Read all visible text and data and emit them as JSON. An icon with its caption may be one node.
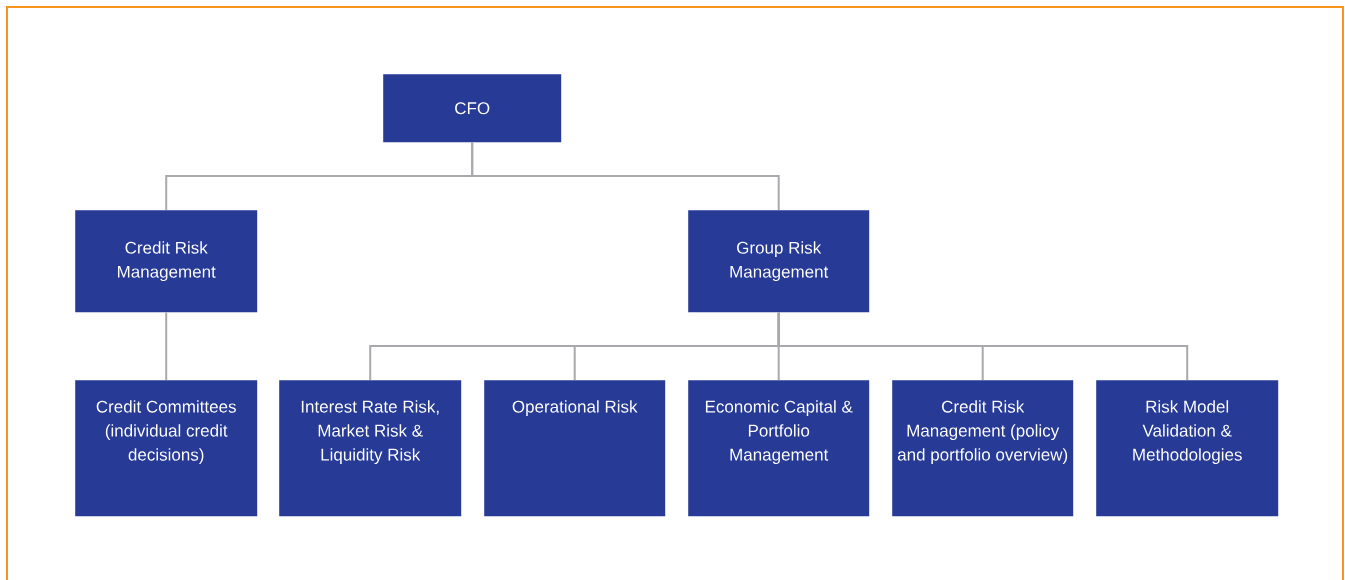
{
  "diagram": {
    "nodes": [
      {
        "text": [
          "CFO"
        ]
      },
      {
        "text": [
          "Credit Risk Management"
        ]
      },
      {
        "text": [
          "Group Risk Management"
        ]
      },
      {
        "text": [
          "Credit Committees (individual credit decisions)"
        ]
      },
      {
        "text": [
          "Interest Rate Risk, Market Risk & Liquidity Risk"
        ]
      },
      {
        "text": [
          "Operational Risk"
        ]
      },
      {
        "text": [
          "Economic Capital & Portfolio Management"
        ]
      },
      {
        "text": [
          "Credit Risk Management (policy and portfolio overview)"
        ]
      },
      {
        "text": [
          "Risk Model Validation & Methodologies"
        ]
      }
    ],
    "edges": [
      {
        "from": 0,
        "to": 1,
        "arrow": "none"
      },
      {
        "from": 0,
        "to": 2,
        "arrow": "none"
      },
      {
        "from": 1,
        "to": 3,
        "arrow": "none"
      },
      {
        "from": 2,
        "to": 4,
        "arrow": "none"
      },
      {
        "from": 2,
        "to": 5,
        "arrow": "none"
      },
      {
        "from": 2,
        "to": 6,
        "arrow": "none"
      },
      {
        "from": 2,
        "to": 7,
        "arrow": "none"
      },
      {
        "from": 2,
        "to": 8,
        "arrow": "none"
      }
    ]
  }
}
